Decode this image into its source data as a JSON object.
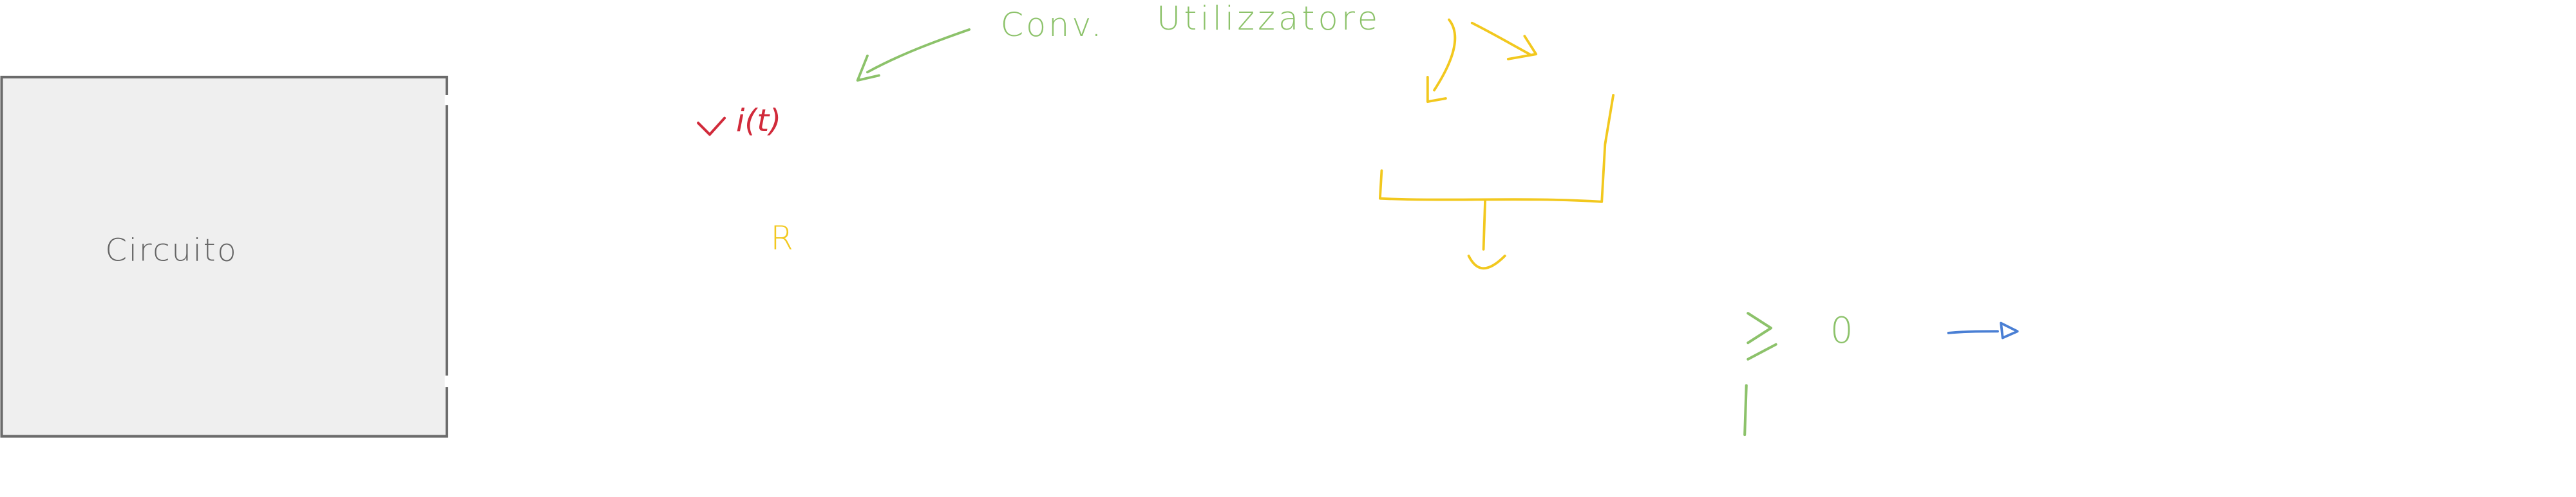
{
  "colors": {
    "background": "#ffffff",
    "box_fill": "#efefef",
    "box_stroke": "#6b6b6b",
    "text_gray": "#666666",
    "green": "#8cc26a",
    "yellow": "#f2c81e",
    "red": "#d12a3a",
    "blue": "#4a7fd4"
  },
  "diagram": {
    "circuit_label": "Circuito",
    "convention_label": "Conv.",
    "user_label": "Utilizzatore",
    "current_label": "i(t)",
    "resistor_label": "R",
    "zero_label": "0"
  }
}
